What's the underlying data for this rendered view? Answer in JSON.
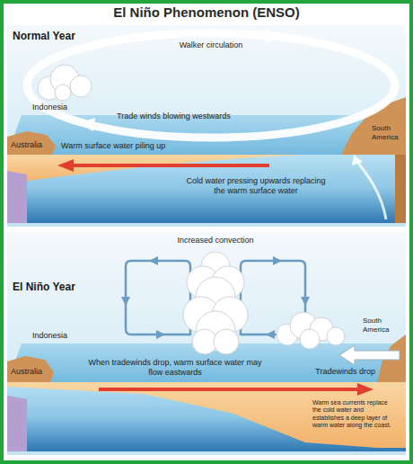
{
  "diagram": {
    "title": "El Niño Phenomenon (ENSO)",
    "nodes": [
      {
        "text": [
          "Normal Year"
        ]
      },
      {
        "text": [
          "El Niño Year"
        ]
      }
    ],
    "labels": [
      "Walker circulation",
      "Indonesia",
      "Trade winds blowing westwards",
      "South America",
      "Australia",
      "Warm surface water piling up",
      "Cold water pressing upwards replacing the warm surface water",
      "Increased convection",
      "Indonesia",
      "When tradewinds drop, warm surface water may flow eastwards",
      "Tradewinds drop",
      "South America",
      "Australia",
      "Warm sea currents replace the cold water and establishes a deep layer of warm water along the coast."
    ]
  }
}
